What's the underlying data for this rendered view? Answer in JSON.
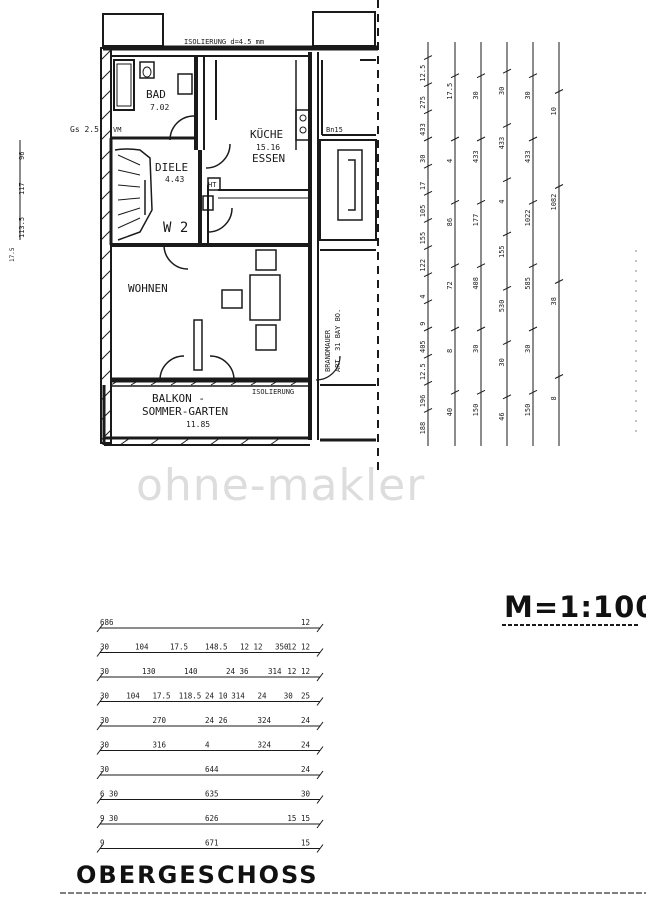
{
  "rooms": {
    "bad": {
      "name": "BAD",
      "area": "7.02"
    },
    "kueche": {
      "name": "KÜCHE"
    },
    "essen": {
      "name": "ESSEN",
      "area": "15.16"
    },
    "diele": {
      "name": "DIELE",
      "area": "4.43"
    },
    "w2": {
      "name": "W 2"
    },
    "wohnen": {
      "name": "WOHNEN"
    },
    "balkon_line1": "BALKON -",
    "balkon_line2": "SOMMER-GARTEN",
    "balkon_area": "11.85"
  },
  "annotations": {
    "isolierung_top": "ISOLIERUNG  d=4.5 mm",
    "isolierung_balkon": "ISOLIERUNG",
    "gs": "Gs 2.5",
    "vm": "VM",
    "ht": "HT",
    "bn": "Bn15",
    "brandmauer_1": "BRANDMAUER",
    "brandmauer_2": "ART. 31 BAY BO."
  },
  "left_dims": [
    "113.5",
    "117",
    "96"
  ],
  "left_extra": "17.5",
  "vertical_dims": [
    [
      "12.5",
      "275",
      "433",
      "30",
      "17",
      "105",
      "155",
      "122",
      "4",
      "9",
      "405",
      "12.5",
      "196",
      "188"
    ],
    [
      "17.5",
      "4",
      "86",
      "72",
      "8",
      "40"
    ],
    [
      "30",
      "433",
      "177",
      "408",
      "30",
      "150"
    ],
    [
      "30",
      "433",
      "4",
      "155",
      "530",
      "30",
      "46"
    ],
    [
      "30",
      "433",
      "1022",
      "585",
      "30",
      "150"
    ],
    [
      "10",
      "1082",
      "38",
      "8"
    ]
  ],
  "horizontal_dims": [
    [
      "686",
      "12"
    ],
    [
      "30",
      "104",
      "17.5",
      "148.5",
      "12 12",
      "350",
      "12 12"
    ],
    [
      "30",
      "130",
      "140",
      "24 36",
      "314",
      "12 12"
    ],
    [
      "30",
      "104",
      "17.5",
      "118.5",
      "24 10",
      "314",
      "24",
      "30",
      "25"
    ],
    [
      "30",
      "270",
      "24 26",
      "324",
      "24"
    ],
    [
      "30",
      "316",
      "4",
      "324",
      "24"
    ],
    [
      "30",
      "644",
      "24"
    ],
    [
      "6 30",
      "635",
      "30"
    ],
    [
      "9 30",
      "626",
      "15 15"
    ],
    [
      "9",
      "671",
      "15"
    ]
  ],
  "scale": "M=1:100",
  "floor_title": "OBERGESCHOSS",
  "watermark": "ohne-makler"
}
